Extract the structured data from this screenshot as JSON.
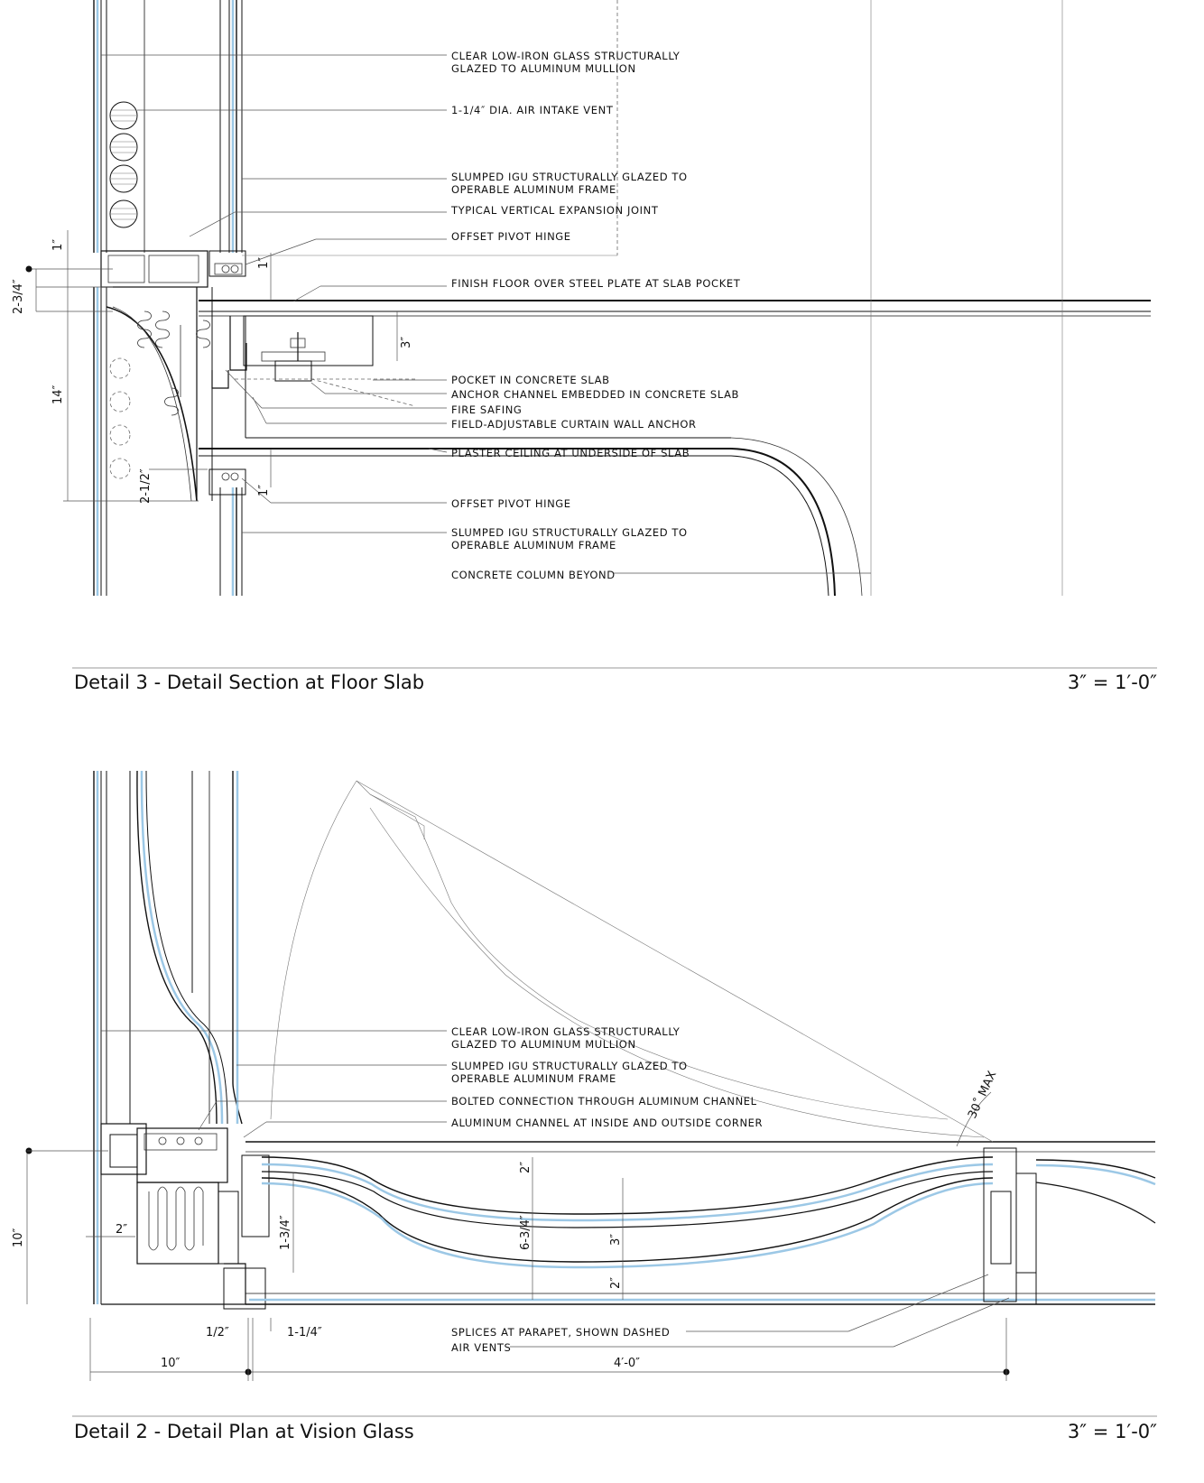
{
  "detail3": {
    "title": "Detail 3 - Detail Section at Floor Slab",
    "scale": "3″ = 1′-0″",
    "notes": [
      "CLEAR LOW-IRON GLASS STRUCTURALLY",
      "GLAZED TO ALUMINUM MULLION",
      "1-1/4″ DIA. AIR INTAKE VENT",
      "SLUMPED IGU STRUCTURALLY GLAZED TO",
      "OPERABLE ALUMINUM FRAME",
      "TYPICAL VERTICAL EXPANSION JOINT",
      "OFFSET PIVOT HINGE",
      "FINISH FLOOR OVER STEEL PLATE AT SLAB POCKET",
      "POCKET IN CONCRETE SLAB",
      "ANCHOR CHANNEL EMBEDDED IN CONCRETE SLAB",
      "FIRE SAFING",
      "FIELD-ADJUSTABLE CURTAIN WALL ANCHOR",
      "PLASTER CEILING AT UNDERSIDE OF SLAB",
      "OFFSET PIVOT HINGE",
      "SLUMPED IGU STRUCTURALLY GLAZED TO",
      "OPERABLE ALUMINUM FRAME",
      "CONCRETE COLUMN BEYOND"
    ],
    "dims": [
      "1″",
      "2-3/4″",
      "14″",
      "2-1/2″",
      "1″",
      "3″",
      "1″"
    ]
  },
  "detail2": {
    "title": "Detail 2 - Detail Plan at Vision Glass",
    "scale": "3″ = 1′-0″",
    "notes": [
      "CLEAR LOW-IRON GLASS STRUCTURALLY",
      "GLAZED TO ALUMINUM MULLION",
      "SLUMPED IGU STRUCTURALLY GLAZED TO",
      "OPERABLE ALUMINUM FRAME",
      "BOLTED CONNECTION THROUGH ALUMINUM CHANNEL",
      "ALUMINUM CHANNEL AT INSIDE AND OUTSIDE CORNER",
      "SPLICES AT PARAPET, SHOWN DASHED",
      "AIR VENTS"
    ],
    "dims": [
      "10″",
      "2″",
      "1-3/4″",
      "1/2″",
      "1-1/4″",
      "10″",
      "4′-0″",
      "2″",
      "6-3/4″",
      "3″",
      "2″",
      "30˚ MAX"
    ]
  },
  "colors": {
    "glass": "#9cc8e6",
    "line": "#111111",
    "background": "#ffffff"
  }
}
